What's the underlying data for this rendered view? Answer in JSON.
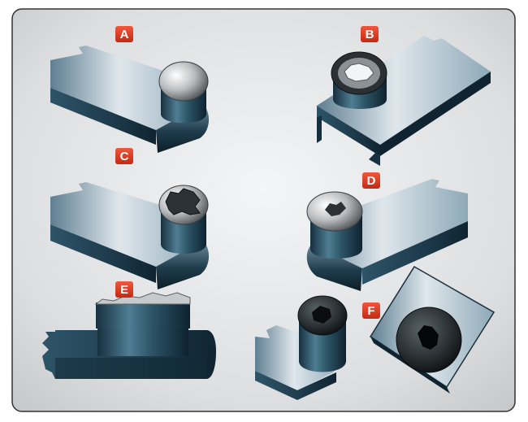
{
  "figure": {
    "panels": [
      {
        "id": "A",
        "label": "A"
      },
      {
        "id": "B",
        "label": "B"
      },
      {
        "id": "C",
        "label": "C"
      },
      {
        "id": "D",
        "label": "D"
      },
      {
        "id": "E",
        "label": "E"
      },
      {
        "id": "F",
        "label": "F"
      }
    ]
  },
  "colors": {
    "badge": "#e2391f",
    "frame_border": "#333333",
    "background_dark": "#c9cbcd",
    "background_light": "#f2f3f4",
    "metal_dark": "#1d3a4b",
    "metal_light": "#dfe7ec"
  }
}
